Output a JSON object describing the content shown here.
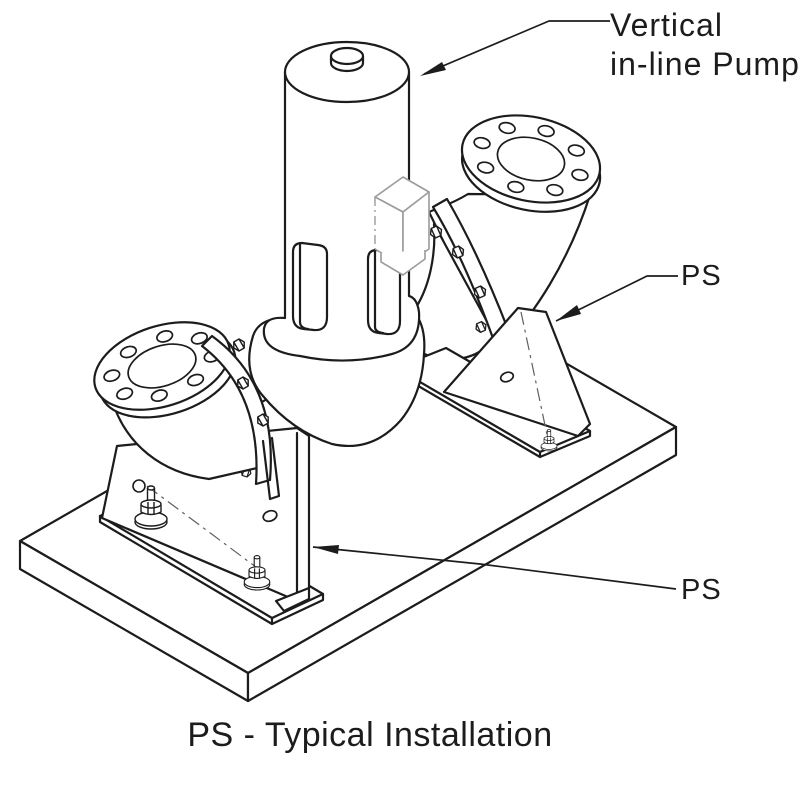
{
  "figure": {
    "background": "#ffffff",
    "line_color": "#1c1c1c",
    "secondary_line_color": "#9b9b9b",
    "text_color": "#1c1c1c"
  },
  "annotations": {
    "pump_label": {
      "line1": "Vertical",
      "line2": "in-line Pump"
    },
    "ps_label_right": "PS",
    "ps_label_lower": "PS",
    "caption": "PS - Typical Installation"
  }
}
